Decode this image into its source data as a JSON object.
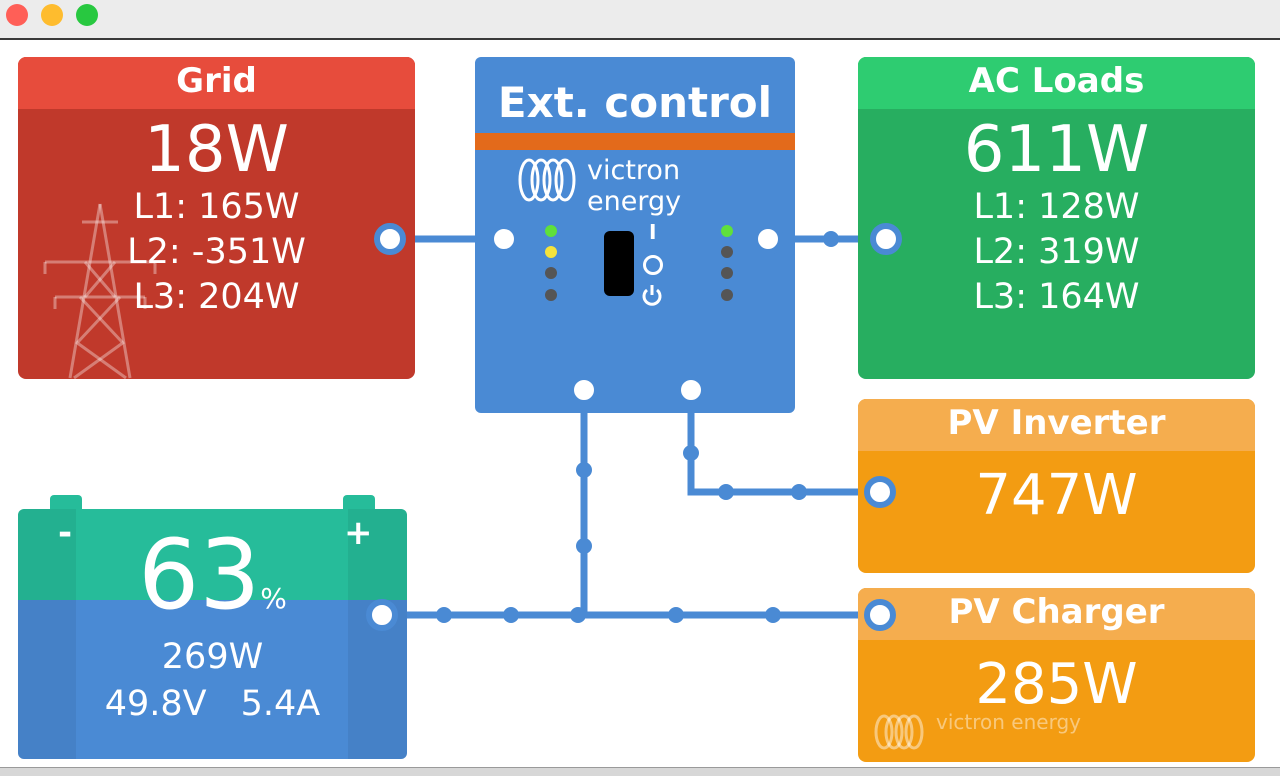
{
  "window": {
    "controls": [
      "close",
      "minimize",
      "maximize"
    ]
  },
  "grid": {
    "title": "Grid",
    "power": "18W",
    "l1": "L1: 165W",
    "l2": "L2: -351W",
    "l3": "L3: 204W",
    "icon": "pylon-icon"
  },
  "ext_control": {
    "title": "Ext. control",
    "brand": "victron energy",
    "switch_on": "I",
    "switch_off": "O"
  },
  "ac_loads": {
    "title": "AC Loads",
    "power": "611W",
    "l1": "L1: 128W",
    "l2": "L2: 319W",
    "l3": "L3: 164W"
  },
  "pv_inverter": {
    "title": "PV Inverter",
    "power": "747W"
  },
  "pv_charger": {
    "title": "PV Charger",
    "power": "285W",
    "brand": "victron energy"
  },
  "battery": {
    "soc": "63",
    "soc_unit": "%",
    "power": "269W",
    "voltage": "49.8V",
    "current": "5.4A",
    "minus": "-",
    "plus": "+"
  },
  "colors": {
    "grid": "#c0392b",
    "ac_loads": "#27ae60",
    "pv": "#f39c12",
    "ext": "#4a8ad4",
    "battery_top": "#26bc9a",
    "wire": "#4a8ad4"
  }
}
